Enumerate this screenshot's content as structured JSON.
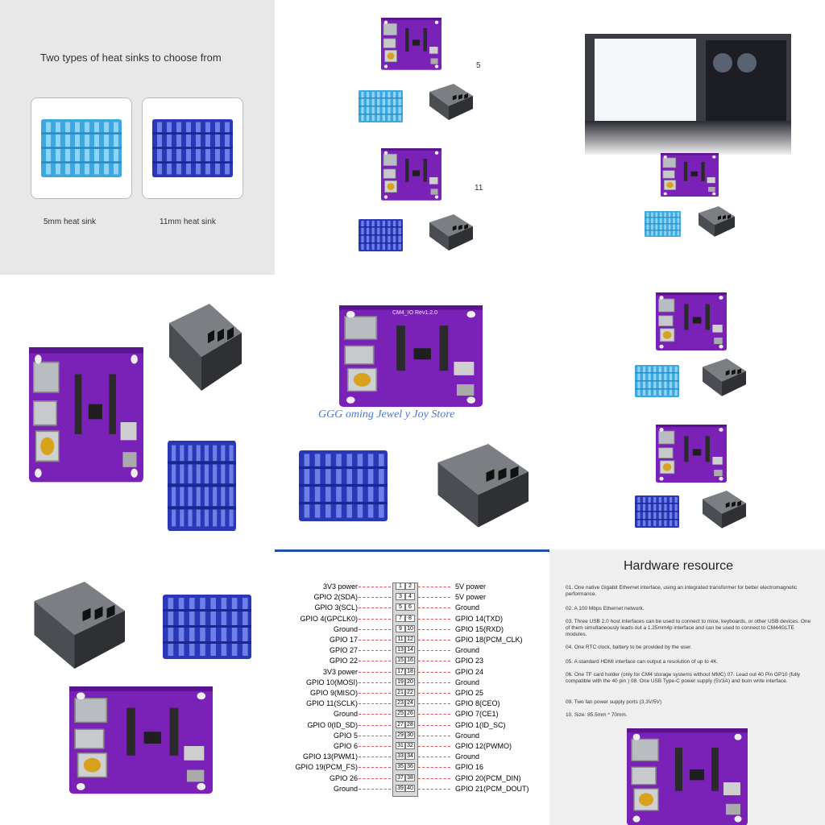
{
  "heatsinks": {
    "title": "Two types of heat sinks to choose from",
    "label_5mm": "5mm heat sink",
    "label_11mm": "11mm heat sink"
  },
  "variants": {
    "label_5": "5",
    "label_11": "11"
  },
  "watermark": "GGG oming Jewel y Joy Store",
  "board_silk": "CM4_IO Rev1.2.0",
  "pinout": {
    "left": [
      "3V3 power",
      "GPIO 2(SDA)",
      "GPIO 3(SCL)",
      "GPIO 4(GPCLK0)",
      "Ground",
      "GPIO 17",
      "GPIO 27",
      "GPIO 22",
      "3V3 power",
      "GPIO 10(MOSI)",
      "GPIO 9(MISO)",
      "GPIO 11(SCLK)",
      "Ground",
      "GPIO 0(ID_SD)",
      "GPIO 5",
      "GPIO 6",
      "GPIO 13(PWM1)",
      "GPIO 19(PCM_FS)",
      "GPIO 26",
      "Ground"
    ],
    "right": [
      "5V power",
      "5V power",
      "Ground",
      "GPIO 14(TXD)",
      "GPIO 15(RXD)",
      "GPIO 18(PCM_CLK)",
      "Ground",
      "GPIO 23",
      "GPIO 24",
      "Ground",
      "GPIO 25",
      "GPIO 8(CEO)",
      "GPIO 7(CE1)",
      "GPIO 1(ID_SC)",
      "Ground",
      "GPIO 12(PWMO)",
      "Ground",
      "GPIO 16",
      "GPIO 20(PCM_DIN)",
      "GPIO 21(PCM_DOUT)"
    ],
    "odd": [
      "1",
      "3",
      "5",
      "7",
      "9",
      "11",
      "13",
      "15",
      "17",
      "19",
      "21",
      "23",
      "25",
      "27",
      "29",
      "31",
      "33",
      "35",
      "37",
      "39"
    ],
    "even": [
      "2",
      "4",
      "6",
      "8",
      "10",
      "12",
      "14",
      "16",
      "18",
      "20",
      "22",
      "24",
      "26",
      "28",
      "30",
      "32",
      "34",
      "36",
      "38",
      "40"
    ]
  },
  "hardware": {
    "title": "Hardware resource",
    "items": [
      "01. One native Gigabit Ethernet interface, using an integrated transformer for better electromagnetic performance.",
      "02. A 100 Mbps Ethernet network.",
      "03. Three USB 2.0 host interfaces can be used to connect to mice, keyboards, or other USB devices. One of them simultaneously leads out a 1.25mm4p interface and can be used to connect to CM44GLTE modules.",
      "04. One RTC clock, battery to be provided by the user.",
      "05. A standard HDMI interface can output a resolution of up to 4K.",
      "06. One TF card holder (only for CM4 storage systems without MMC) 07. Lead out 40 Pin GP10 (fully compatible with the 40 pin ) 08. One USB Type-C power supply (5V3A) and burn write interface.",
      "09. Two fan power supply ports (3.3V/5V)",
      "10. Size: 85.5mm * 70mm."
    ]
  }
}
